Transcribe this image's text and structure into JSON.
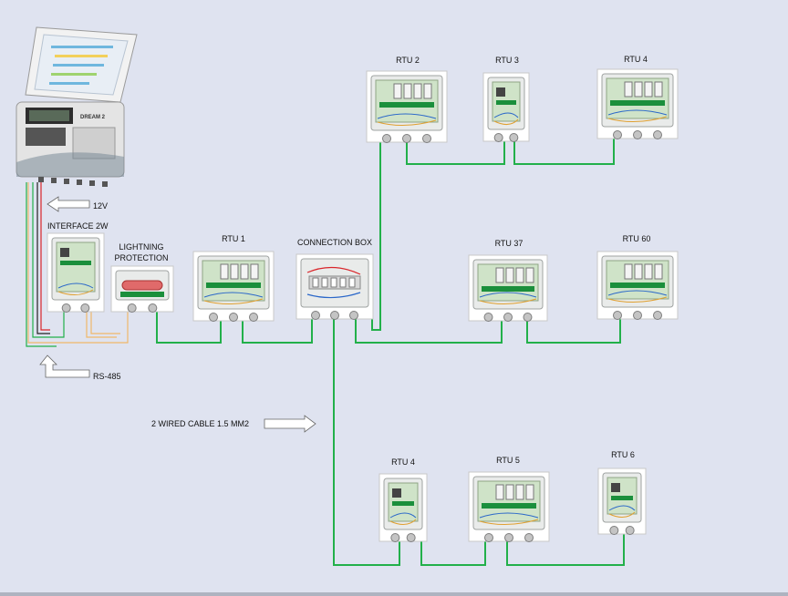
{
  "controller": {
    "brand": "DREAM 2"
  },
  "annotations": {
    "power": "12V",
    "rs485": "RS-485",
    "cable": "2 WIRED CABLE 1.5 MM2"
  },
  "devices": {
    "interface": "INTERFACE 2W",
    "lightning_line1": "LIGHTNING",
    "lightning_line2": "PROTECTION",
    "connection_box": "CONNECTION BOX",
    "rtu1": "RTU 1",
    "rtu2": "RTU 2",
    "rtu3": "RTU 3",
    "rtu4_top": "RTU 4",
    "rtu37": "RTU 37",
    "rtu60": "RTU 60",
    "rtu4_bottom": "RTU 4",
    "rtu5": "RTU 5",
    "rtu6": "RTU 6"
  },
  "colors": {
    "background": "#dfe3f0",
    "bus_wire": "#22b04a",
    "rs485_wire": "#f0b86a",
    "power_red": "#d9252a",
    "power_black": "#222222",
    "arrow": "#ffffff"
  }
}
